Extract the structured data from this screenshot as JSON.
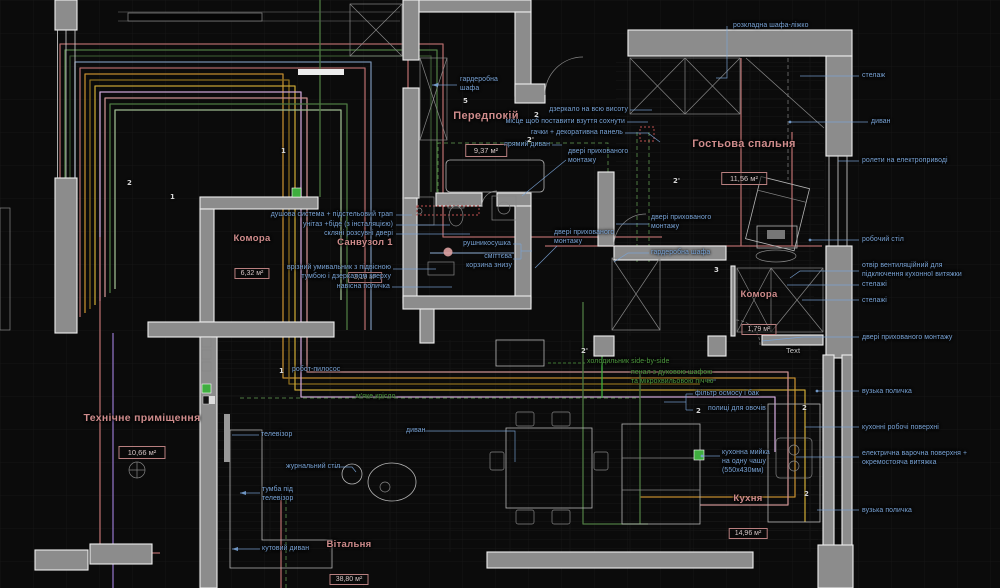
{
  "colors": {
    "bg": "#0b0b0b",
    "grid": "#161616",
    "wallFill": "#8c8c8c",
    "wallEdge": "#efefef",
    "ann": "#7aa5d8",
    "annGreen": "#4f9b40",
    "roomTitle": "#cf8c8c",
    "roomBox": "#b87f7f",
    "roomArea": "#d6c6c6",
    "num": "#d9d9d9",
    "redDash": "#c05050",
    "w0": "#b06868",
    "w1": "#4d7a42",
    "w2": "#35512e",
    "w3": "#748cab",
    "w4": "#b06868",
    "w5": "#c08a2e",
    "w6": "#8a6b1c",
    "w7": "#c2a133",
    "w8": "#c9a2d2",
    "w9": "#c98f8f",
    "w10": "#4d7a42",
    "w11": "#9cb98e",
    "purple": "#8d6fc0",
    "greenBright": "#3fae3f"
  },
  "rooms": [
    {
      "name": "Передпокій",
      "area": "9,37 м²"
    },
    {
      "name": "Гостьова спальня",
      "area": "11,56 м²"
    },
    {
      "name": "Комора",
      "area": "6,32 м²"
    },
    {
      "name": "Санвузол 1",
      "area": "3,19 м²"
    },
    {
      "name": "Комора",
      "area": "1,79 м²"
    },
    {
      "name": "Технічне приміщення",
      "area": "10,66 м²"
    },
    {
      "name": "Вітальня",
      "area": "38,80 м²"
    },
    {
      "name": "Кухня",
      "area": "14,96 м²"
    }
  ],
  "callouts": [
    {
      "text": "розкладна шафа-ліжко"
    },
    {
      "text": "стелаж"
    },
    {
      "text": "диван"
    },
    {
      "text": "ролети на електроприводі"
    },
    {
      "text": "робочий стіл"
    },
    {
      "text": "отвір вентиляційний для\nпідключення кухонної витяжки"
    },
    {
      "text": "стелажі"
    },
    {
      "text": "стелажі"
    },
    {
      "text": "двері прихованого монтажу"
    },
    {
      "text": "вузька поличка"
    },
    {
      "text": "кухонні робочі поверхні"
    },
    {
      "text": "електрична варочна поверхня +\nокремостояча витяжка"
    },
    {
      "text": "вузька поличка"
    },
    {
      "text": "гардеробна\nшафа"
    },
    {
      "text": "дзеркало на всю висоту"
    },
    {
      "text": "місце щоб поставити взуття сохнути"
    },
    {
      "text": "гачки + декоративна панель"
    },
    {
      "text": "прямий диван"
    },
    {
      "text": "двері прихованого\nмонтажу"
    },
    {
      "text": "двері прихованого\nмонтажу"
    },
    {
      "text": "гардеробна шафа"
    },
    {
      "text": "душова система + підстельовий трап"
    },
    {
      "text": "унітаз +біде (з інсталяцією)"
    },
    {
      "text": "скляні розсувні двері"
    },
    {
      "text": "врізний умивальник з підвісною\nтумбою і дзеркалом зверху"
    },
    {
      "text": "навісна поличка"
    },
    {
      "text": "рушникосушка"
    },
    {
      "text": "сміттєва\nкорзина знизу"
    },
    {
      "text": "двері прихованого\nмонтажу"
    },
    {
      "text": "холодильник side-by-side"
    },
    {
      "text": "пенал з духовою шафою\nта мікрохвильовою піччю"
    },
    {
      "text": "фільтр осмосу і бак"
    },
    {
      "text": "полиці для овочів"
    },
    {
      "text": "кухонна мийка\nна одну чашу\n(550х430мм)"
    },
    {
      "text": "робот-пилосос"
    },
    {
      "text": "м'яке крісло"
    },
    {
      "text": "диван"
    },
    {
      "text": "журнальний стіл"
    },
    {
      "text": "телевізор"
    },
    {
      "text": "тумба під\nтелевізор"
    },
    {
      "text": "кутовий диван"
    },
    {
      "text": "Text"
    }
  ],
  "wire_numbers": [
    {
      "v": "5"
    },
    {
      "v": "2"
    },
    {
      "v": "2'"
    },
    {
      "v": "2"
    },
    {
      "v": "1"
    },
    {
      "v": "1"
    },
    {
      "v": "2'"
    },
    {
      "v": "3"
    },
    {
      "v": "2"
    },
    {
      "v": "2"
    },
    {
      "v": "2"
    },
    {
      "v": "1"
    },
    {
      "v": "2'"
    }
  ]
}
